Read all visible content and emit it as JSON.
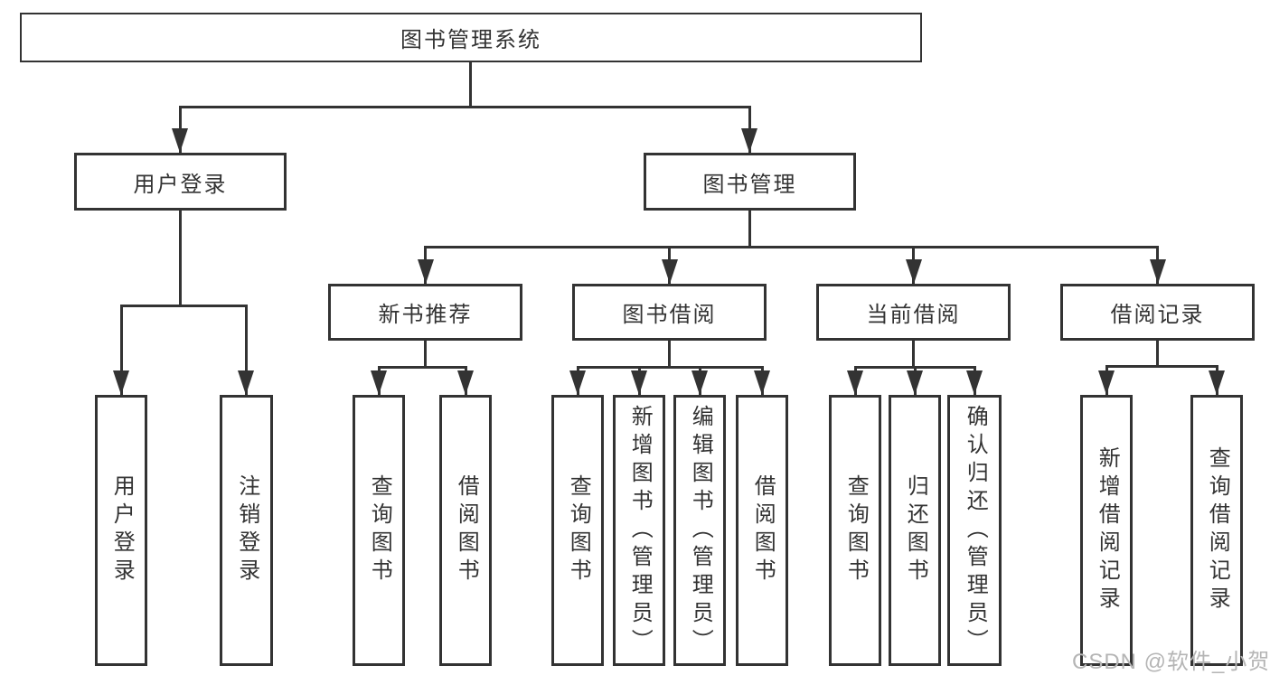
{
  "diagram_title": "图书管理系统",
  "tree": {
    "label": "图书管理系统",
    "children": [
      {
        "label": "用户登录",
        "children": [
          {
            "label": "用户登录"
          },
          {
            "label": "注销登录"
          }
        ]
      },
      {
        "label": "图书管理",
        "children": [
          {
            "label": "新书推荐",
            "children": [
              {
                "label": "查询图书"
              },
              {
                "label": "借阅图书"
              }
            ]
          },
          {
            "label": "图书借阅",
            "children": [
              {
                "label": "查询图书"
              },
              {
                "label": "新增图书（管理员）"
              },
              {
                "label": "编辑图书（管理员）"
              },
              {
                "label": "借阅图书"
              }
            ]
          },
          {
            "label": "当前借阅",
            "children": [
              {
                "label": "查询图书"
              },
              {
                "label": "归还图书"
              },
              {
                "label": "确认归还（管理员）"
              }
            ]
          },
          {
            "label": "借阅记录",
            "children": [
              {
                "label": "新增借阅记录"
              },
              {
                "label": "查询借阅记录"
              }
            ]
          }
        ]
      }
    ]
  },
  "watermark": {
    "text": "CSDN @软件_小贺同学"
  },
  "colors": {
    "line": "#333333",
    "text": "#333333",
    "watermark": "#b5b5b5",
    "background": "#ffffff"
  }
}
